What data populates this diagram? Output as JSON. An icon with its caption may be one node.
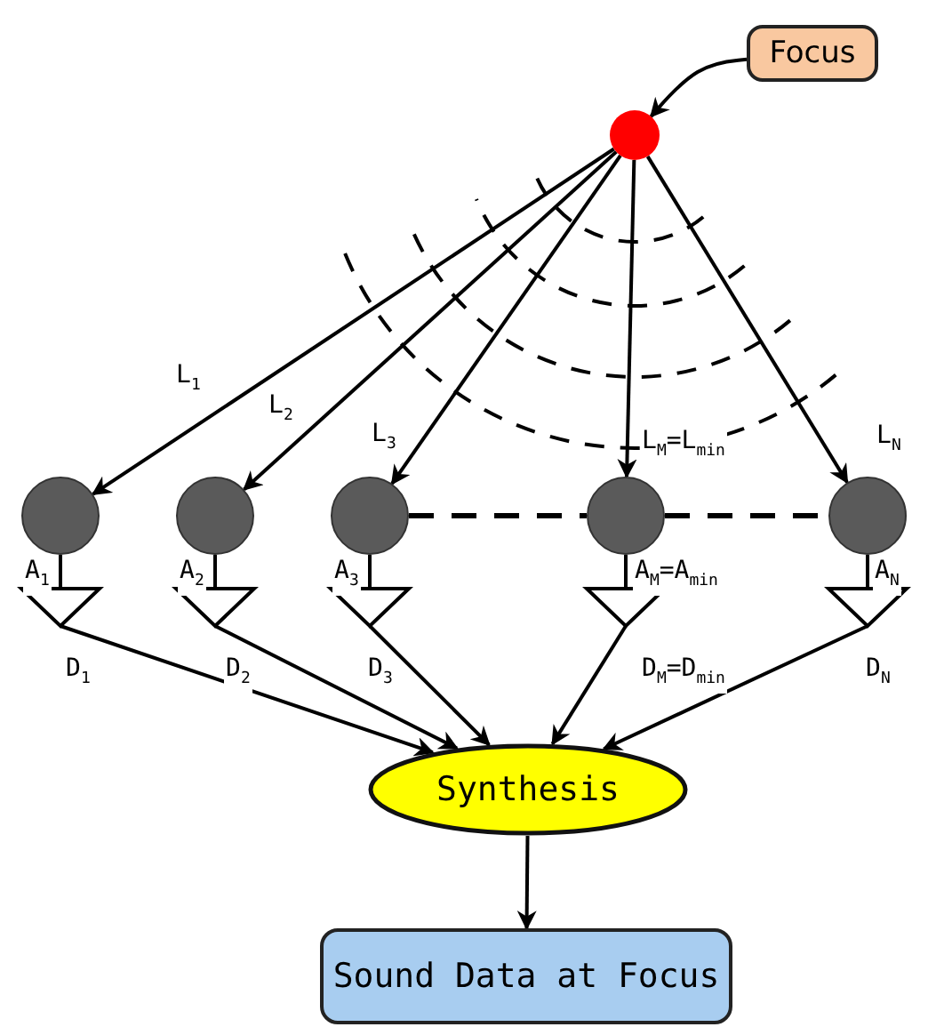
{
  "diagram": {
    "nodes": [
      {
        "text": [
          "Focus"
        ]
      },
      {
        "text": [],
        "shape": "circle"
      },
      {
        "text": [],
        "shape": "circle"
      },
      {
        "text": [],
        "shape": "circle"
      },
      {
        "text": [],
        "shape": "circle"
      },
      {
        "text": [],
        "shape": "circle"
      },
      {
        "text": [],
        "shape": "circle"
      },
      {
        "text": [],
        "shape": "triangle"
      },
      {
        "text": [],
        "shape": "triangle"
      },
      {
        "text": [],
        "shape": "triangle"
      },
      {
        "text": [],
        "shape": "triangle"
      },
      {
        "text": [],
        "shape": "triangle"
      },
      {
        "text": [
          "Synthesis"
        ]
      },
      {
        "text": [
          "Sound Data at Focus"
        ]
      }
    ],
    "edges": [
      {
        "from": 0,
        "to": 1,
        "arrow": "to"
      },
      {
        "from": 1,
        "to": 2,
        "arrow": "to",
        "label": "L$_{1}$"
      },
      {
        "from": 1,
        "to": 3,
        "arrow": "to",
        "label": "L$_{2}$"
      },
      {
        "from": 1,
        "to": 4,
        "arrow": "to",
        "label": "L$_{3}$"
      },
      {
        "from": 1,
        "to": 5,
        "arrow": "to",
        "label": "L$_{M}$=L$_{min}$"
      },
      {
        "from": 1,
        "to": 6,
        "arrow": "to",
        "label": "L$_{N}$"
      },
      {
        "from": 2,
        "to": 7,
        "arrow": "none",
        "label": "A$_{1}$"
      },
      {
        "from": 3,
        "to": 8,
        "arrow": "none",
        "label": "A$_{2}$"
      },
      {
        "from": 4,
        "to": 9,
        "arrow": "none",
        "label": "A$_{3}$"
      },
      {
        "from": 5,
        "to": 10,
        "arrow": "none",
        "label": "A$_{M}$=A$_{min}$"
      },
      {
        "from": 6,
        "to": 11,
        "arrow": "none",
        "label": "A$_{N}$"
      },
      {
        "from": 7,
        "to": 12,
        "arrow": "to",
        "label": "D$_{1}$"
      },
      {
        "from": 8,
        "to": 12,
        "arrow": "to",
        "label": "D$_{2}$"
      },
      {
        "from": 9,
        "to": 12,
        "arrow": "to",
        "label": "D$_{3}$"
      },
      {
        "from": 10,
        "to": 12,
        "arrow": "to",
        "label": "D$_{M}$=D$_{min}$"
      },
      {
        "from": 11,
        "to": 12,
        "arrow": "to",
        "label": "D$_{N}$"
      },
      {
        "from": 12,
        "to": 13,
        "arrow": "to"
      },
      {
        "from": 4,
        "to": 5,
        "arrow": "none",
        "style": "dashed"
      },
      {
        "from": 5,
        "to": 6,
        "arrow": "none",
        "style": "dashed"
      }
    ]
  }
}
